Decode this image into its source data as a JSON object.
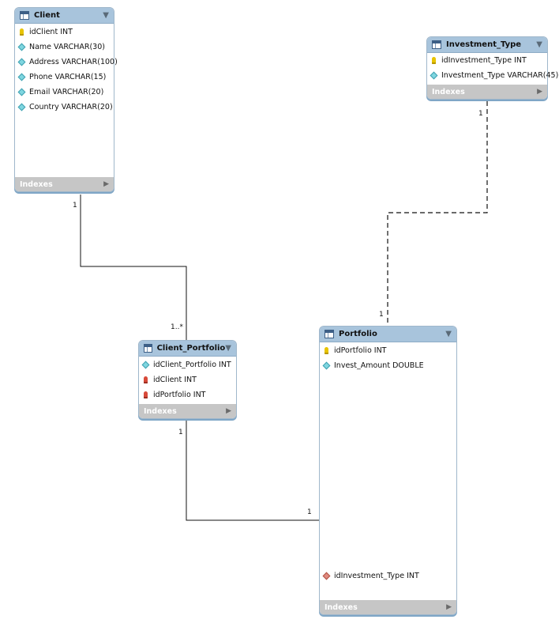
{
  "tables": {
    "client": {
      "name": "Client",
      "indexes_label": "Indexes",
      "columns": [
        {
          "label": "idClient INT",
          "icon": "primary-key-icon"
        },
        {
          "label": "Name VARCHAR(30)",
          "icon": "column-diamond-icon"
        },
        {
          "label": "Address VARCHAR(100)",
          "icon": "column-diamond-icon"
        },
        {
          "label": "Phone VARCHAR(15)",
          "icon": "column-diamond-icon"
        },
        {
          "label": "Email VARCHAR(20)",
          "icon": "column-diamond-icon"
        },
        {
          "label": "Country VARCHAR(20)",
          "icon": "column-diamond-icon"
        }
      ]
    },
    "investment_type": {
      "name": "Investment_Type",
      "indexes_label": "Indexes",
      "columns": [
        {
          "label": "idInvestment_Type INT",
          "icon": "primary-key-icon"
        },
        {
          "label": "Investment_Type VARCHAR(45)",
          "icon": "column-diamond-icon"
        }
      ]
    },
    "client_portfolio": {
      "name": "Client_Portfolio",
      "indexes_label": "Indexes",
      "columns": [
        {
          "label": "idClient_Portfolio INT",
          "icon": "column-diamond-icon"
        },
        {
          "label": "idClient INT",
          "icon": "foreign-key-icon"
        },
        {
          "label": "idPortfolio INT",
          "icon": "foreign-key-icon"
        }
      ]
    },
    "portfolio": {
      "name": "Portfolio",
      "indexes_label": "Indexes",
      "columns": [
        {
          "label": "idPortfolio INT",
          "icon": "primary-key-icon"
        },
        {
          "label": "Invest_Amount DOUBLE",
          "icon": "column-diamond-icon"
        },
        {
          "label": "idInvestment_Type INT",
          "icon": "foreign-key-diamond-icon"
        }
      ]
    }
  },
  "relationships": [
    {
      "from": "Client",
      "to": "Client_Portfolio",
      "from_card": "1",
      "to_card": "1..*",
      "style": "solid"
    },
    {
      "from": "Investment_Type",
      "to": "Portfolio",
      "from_card": "1",
      "to_card": "1",
      "style": "dashed"
    },
    {
      "from": "Client_Portfolio",
      "to": "Portfolio",
      "from_card": "1",
      "to_card": "1",
      "style": "solid"
    }
  ]
}
